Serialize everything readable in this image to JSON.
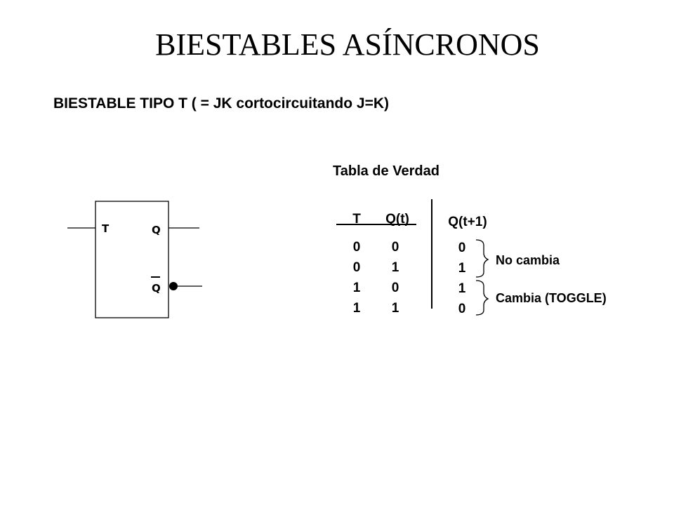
{
  "title": "BIESTABLES ASÍNCRONOS",
  "subtitle": "BIESTABLE TIPO T ( = JK cortocircuitando J=K)",
  "flipflop": {
    "input_label": "T",
    "output_label": "Q",
    "inverted_output_label": "Q"
  },
  "truth_table": {
    "title": "Tabla de Verdad",
    "headers": [
      "T",
      "Q(t)",
      "Q(t+1)"
    ],
    "rows": [
      [
        "0",
        "0",
        "0"
      ],
      [
        "0",
        "1",
        "1"
      ],
      [
        "1",
        "0",
        "1"
      ],
      [
        "1",
        "1",
        "0"
      ]
    ],
    "annotations": [
      "No cambia",
      "Cambia (TOGGLE)"
    ]
  }
}
